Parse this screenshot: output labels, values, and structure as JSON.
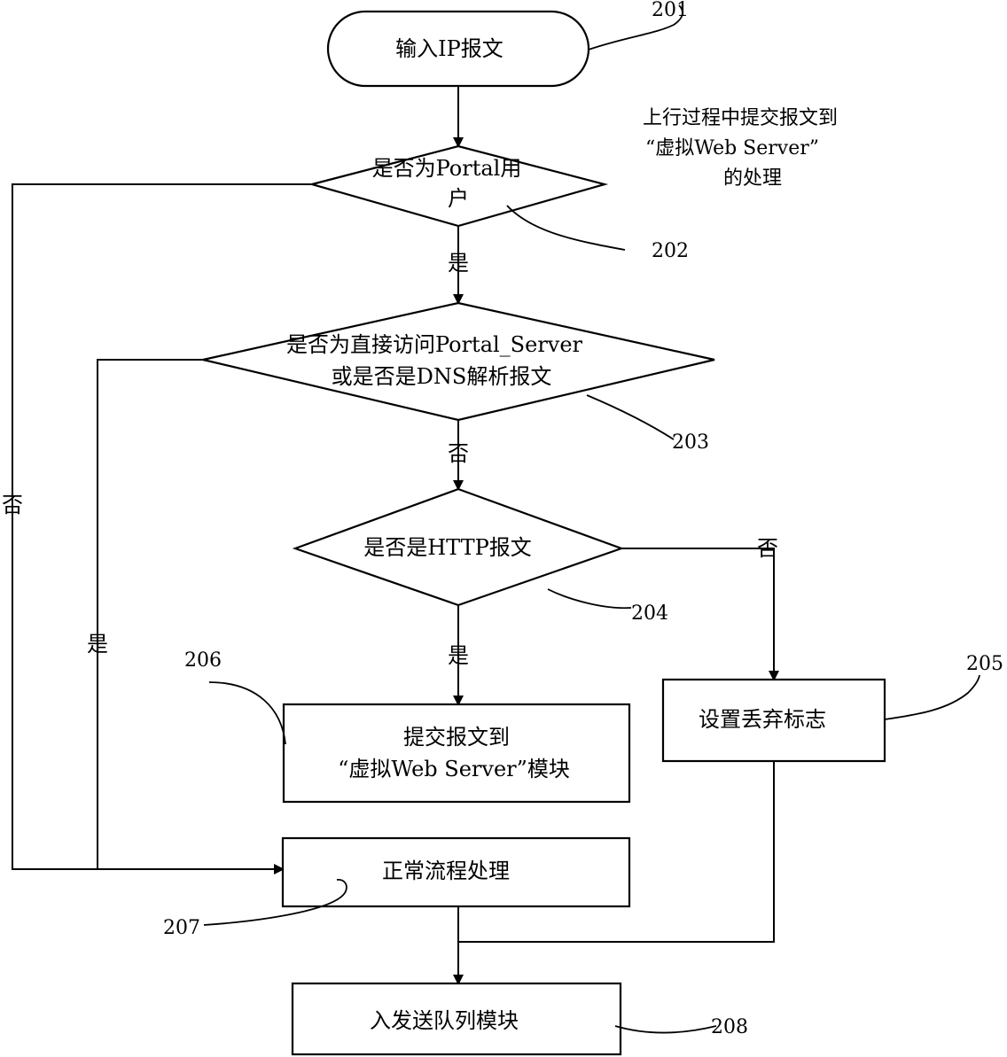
{
  "note": {
    "line1": "上行过程中提交报文到",
    "line2": "“虚拟Web Server”",
    "line3": "的处理"
  },
  "nodes": {
    "start": {
      "label": "输入IP报文",
      "ref": "201"
    },
    "decision_portal_user": {
      "line1": "是否为Portal用",
      "line2": "户",
      "ref": "202"
    },
    "decision_direct_access": {
      "line1": "是否为直接访问Portal_Server",
      "line2": "或是否是DNS解析报文",
      "ref": "203"
    },
    "decision_http": {
      "label": "是否是HTTP报文",
      "ref": "204"
    },
    "set_discard_flag": {
      "label": "设置丢弃标志",
      "ref": "205"
    },
    "submit_to_virtual_server": {
      "line1": "提交报文到",
      "line2": "“虚拟Web Server”模块",
      "ref": "206"
    },
    "normal_process": {
      "label": "正常流程处理",
      "ref": "207"
    },
    "send_queue": {
      "label": "入发送队列模块",
      "ref": "208"
    }
  },
  "edges": {
    "portal_yes": "是",
    "portal_no": "否",
    "direct_no": "否",
    "direct_yes": "是",
    "http_yes": "是",
    "http_no": "否"
  }
}
